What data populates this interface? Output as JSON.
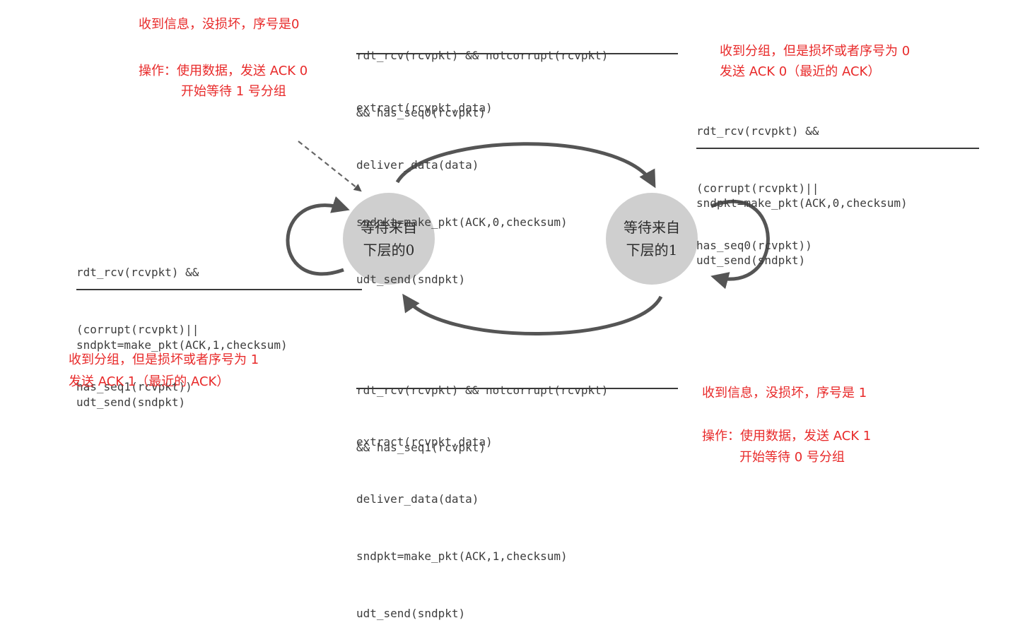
{
  "states": {
    "state0": {
      "label_line1": "等待来自",
      "label_line2": "下层的0"
    },
    "state1": {
      "label_line1": "等待来自",
      "label_line2": "下层的1"
    }
  },
  "transitions": {
    "t0_to_1": {
      "event": [
        "rdt_rcv(rcvpkt) && notcorrupt(rcvpkt)",
        "&& has_seq0(rcvpkt)"
      ],
      "actions": [
        "extract(rcvpkt,data)",
        "deliver_data(data)",
        "sndpkt=make_pkt(ACK,0,checksum)",
        "udt_send(sndpkt)"
      ]
    },
    "t1_self": {
      "event": [
        "rdt_rcv(rcvpkt) &&",
        "(corrupt(rcvpkt)||",
        "has_seq0(rcvpkt))"
      ],
      "actions": [
        "sndpkt=make_pkt(ACK,0,checksum)",
        "udt_send(sndpkt)"
      ]
    },
    "t0_self": {
      "event": [
        "rdt_rcv(rcvpkt) &&",
        "(corrupt(rcvpkt)||",
        "has_seq1(rcvpkt))"
      ],
      "actions": [
        "sndpkt=make_pkt(ACK,1,checksum)",
        "udt_send(sndpkt)"
      ]
    },
    "t1_to_0": {
      "event": [
        "rdt_rcv(rcvpkt) && notcorrupt(rcvpkt)",
        "&& has_seq1(rcvpkt)"
      ],
      "actions": [
        "extract(rcvpkt,data)",
        "deliver_data(data)",
        "sndpkt=make_pkt(ACK,1,checksum)",
        "udt_send(sndpkt)"
      ]
    }
  },
  "annotations": {
    "top_left": {
      "line1": "收到信息，没损坏，序号是0",
      "line2": "操作：使用数据，发送 ACK 0",
      "line3": "开始等待 1 号分组"
    },
    "top_right": {
      "line1": "收到分组，但是损坏或者序号为 0",
      "line2": "发送 ACK 0（最近的 ACK）"
    },
    "bottom_left": {
      "line1": "收到分组，但是损坏或者序号为 1",
      "line2": "发送 ACK 1（最近的 ACK）"
    },
    "bottom_right": {
      "line1": "收到信息，没损坏，序号是 1",
      "line2": "操作：使用数据，发送 ACK 1",
      "line3": "开始等待 0 号分组"
    }
  },
  "colors": {
    "annotation": "#e82a2a",
    "state_fill": "#cfcfcf",
    "arrow": "#555555",
    "code": "#3d3d3d"
  }
}
